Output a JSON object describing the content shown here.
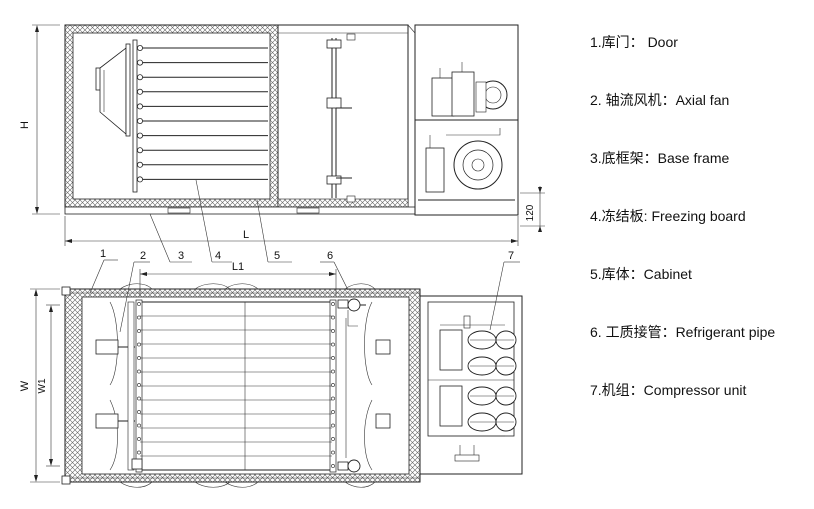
{
  "labels": {
    "H": "H",
    "L": "L",
    "L1": "L1",
    "W": "W",
    "W1": "W1",
    "dim_120": "120",
    "n1": "1",
    "n2": "2",
    "n3": "3",
    "n4": "4",
    "n5": "5",
    "n6": "6",
    "n7": "7"
  },
  "legend": {
    "items": [
      {
        "text": "1.库门： Door"
      },
      {
        "text": "2. 轴流风机：Axial fan"
      },
      {
        "text": "3.底框架：Base frame"
      },
      {
        "text": "4.冻结板: Freezing board"
      },
      {
        "text": "5.库体：Cabinet"
      },
      {
        "text": "6. 工质接管：Refrigerant pipe"
      },
      {
        "text": "7.机组：Compressor unit"
      }
    ]
  },
  "colors": {
    "line": "#222222",
    "insulation": "#555555",
    "background": "#ffffff"
  }
}
